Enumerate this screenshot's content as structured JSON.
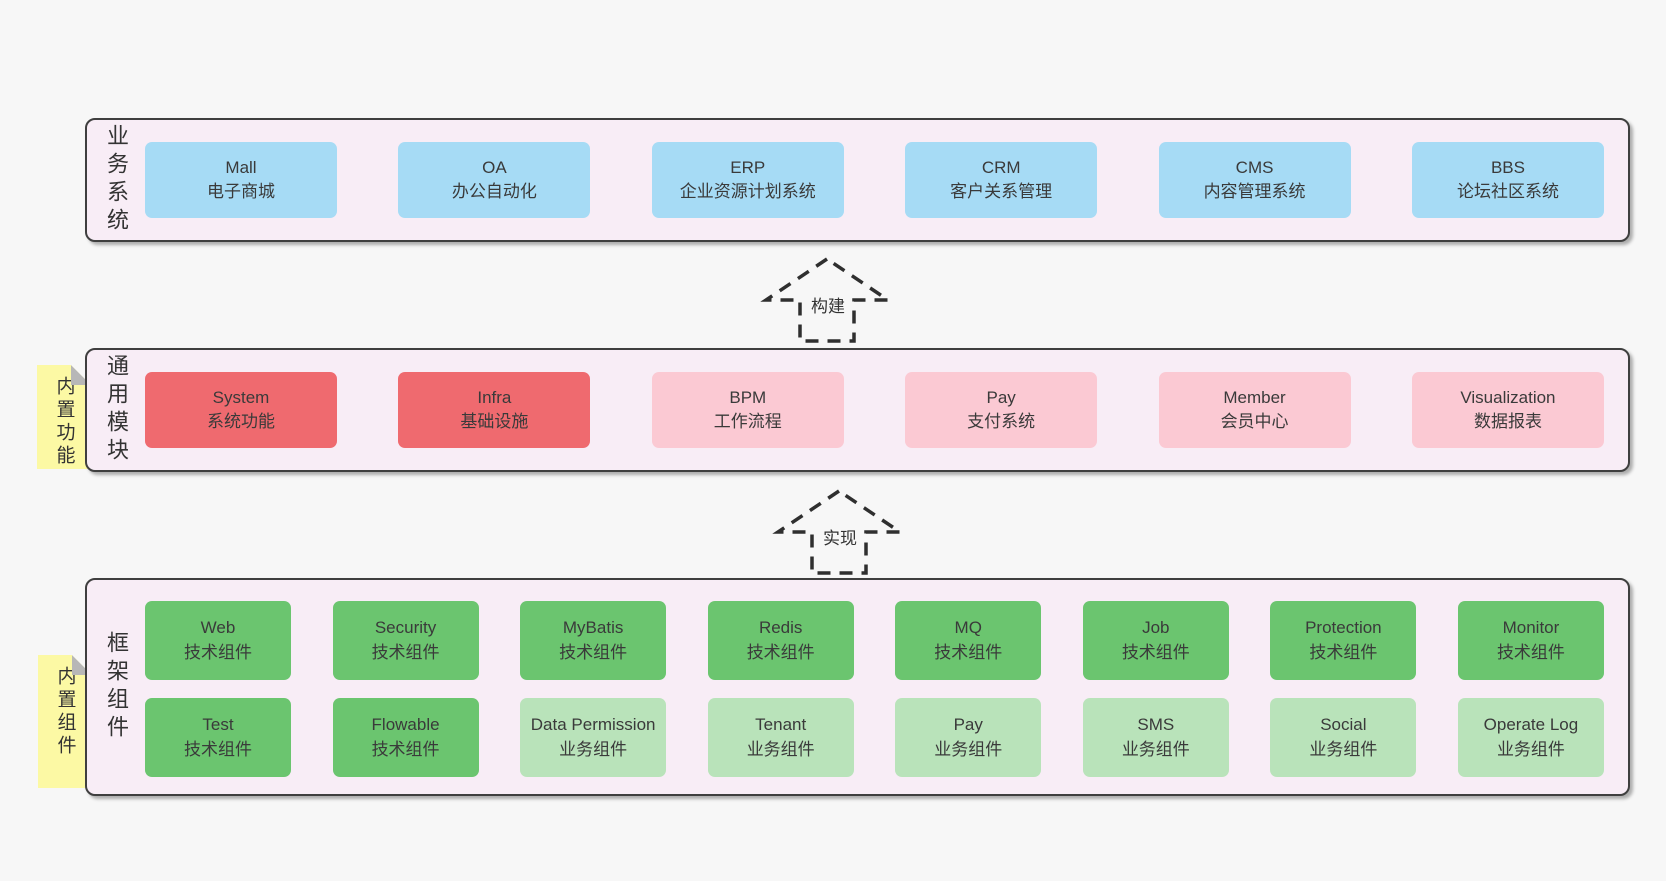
{
  "palette": {
    "page_bg": "#f7f7f7",
    "container_bg": "#f8edf6",
    "container_border": "#3f3f3f",
    "blue": "#a6dbf5",
    "red": "#ef6a6f",
    "pink": "#fbc9d3",
    "green": "#6bc56f",
    "green_light": "#b9e3ba",
    "note_yellow": "#fcf9a4",
    "note_fold_gray": "#b7b7b7",
    "text": "#3a3a3a"
  },
  "arrows": [
    {
      "label": "构建"
    },
    {
      "label": "实现"
    }
  ],
  "notes": [
    {
      "text": "内置功能"
    },
    {
      "text": "内置组件"
    }
  ],
  "bands": [
    {
      "label": "业务系统",
      "boxes": [
        {
          "title": "Mall",
          "subtitle": "电子商城",
          "variant": "blue"
        },
        {
          "title": "OA",
          "subtitle": "办公自动化",
          "variant": "blue"
        },
        {
          "title": "ERP",
          "subtitle": "企业资源计划系统",
          "variant": "blue"
        },
        {
          "title": "CRM",
          "subtitle": "客户关系管理",
          "variant": "blue"
        },
        {
          "title": "CMS",
          "subtitle": "内容管理系统",
          "variant": "blue"
        },
        {
          "title": "BBS",
          "subtitle": "论坛社区系统",
          "variant": "blue"
        }
      ]
    },
    {
      "label": "通用模块",
      "boxes": [
        {
          "title": "System",
          "subtitle": "系统功能",
          "variant": "red"
        },
        {
          "title": "Infra",
          "subtitle": "基础设施",
          "variant": "red"
        },
        {
          "title": "BPM",
          "subtitle": "工作流程",
          "variant": "pink"
        },
        {
          "title": "Pay",
          "subtitle": "支付系统",
          "variant": "pink"
        },
        {
          "title": "Member",
          "subtitle": "会员中心",
          "variant": "pink"
        },
        {
          "title": "Visualization",
          "subtitle": "数据报表",
          "variant": "pink"
        }
      ]
    },
    {
      "label": "框架组件",
      "rows": [
        [
          {
            "title": "Web",
            "subtitle": "技术组件",
            "variant": "green"
          },
          {
            "title": "Security",
            "subtitle": "技术组件",
            "variant": "green"
          },
          {
            "title": "MyBatis",
            "subtitle": "技术组件",
            "variant": "green"
          },
          {
            "title": "Redis",
            "subtitle": "技术组件",
            "variant": "green"
          },
          {
            "title": "MQ",
            "subtitle": "技术组件",
            "variant": "green"
          },
          {
            "title": "Job",
            "subtitle": "技术组件",
            "variant": "green"
          },
          {
            "title": "Protection",
            "subtitle": "技术组件",
            "variant": "green"
          },
          {
            "title": "Monitor",
            "subtitle": "技术组件",
            "variant": "green"
          }
        ],
        [
          {
            "title": "Test",
            "subtitle": "技术组件",
            "variant": "green"
          },
          {
            "title": "Flowable",
            "subtitle": "技术组件",
            "variant": "green"
          },
          {
            "title": "Data Permission",
            "subtitle": "业务组件",
            "variant": "green-light"
          },
          {
            "title": "Tenant",
            "subtitle": "业务组件",
            "variant": "green-light"
          },
          {
            "title": "Pay",
            "subtitle": "业务组件",
            "variant": "green-light"
          },
          {
            "title": "SMS",
            "subtitle": "业务组件",
            "variant": "green-light"
          },
          {
            "title": "Social",
            "subtitle": "业务组件",
            "variant": "green-light"
          },
          {
            "title": "Operate Log",
            "subtitle": "业务组件",
            "variant": "green-light"
          }
        ]
      ]
    }
  ]
}
